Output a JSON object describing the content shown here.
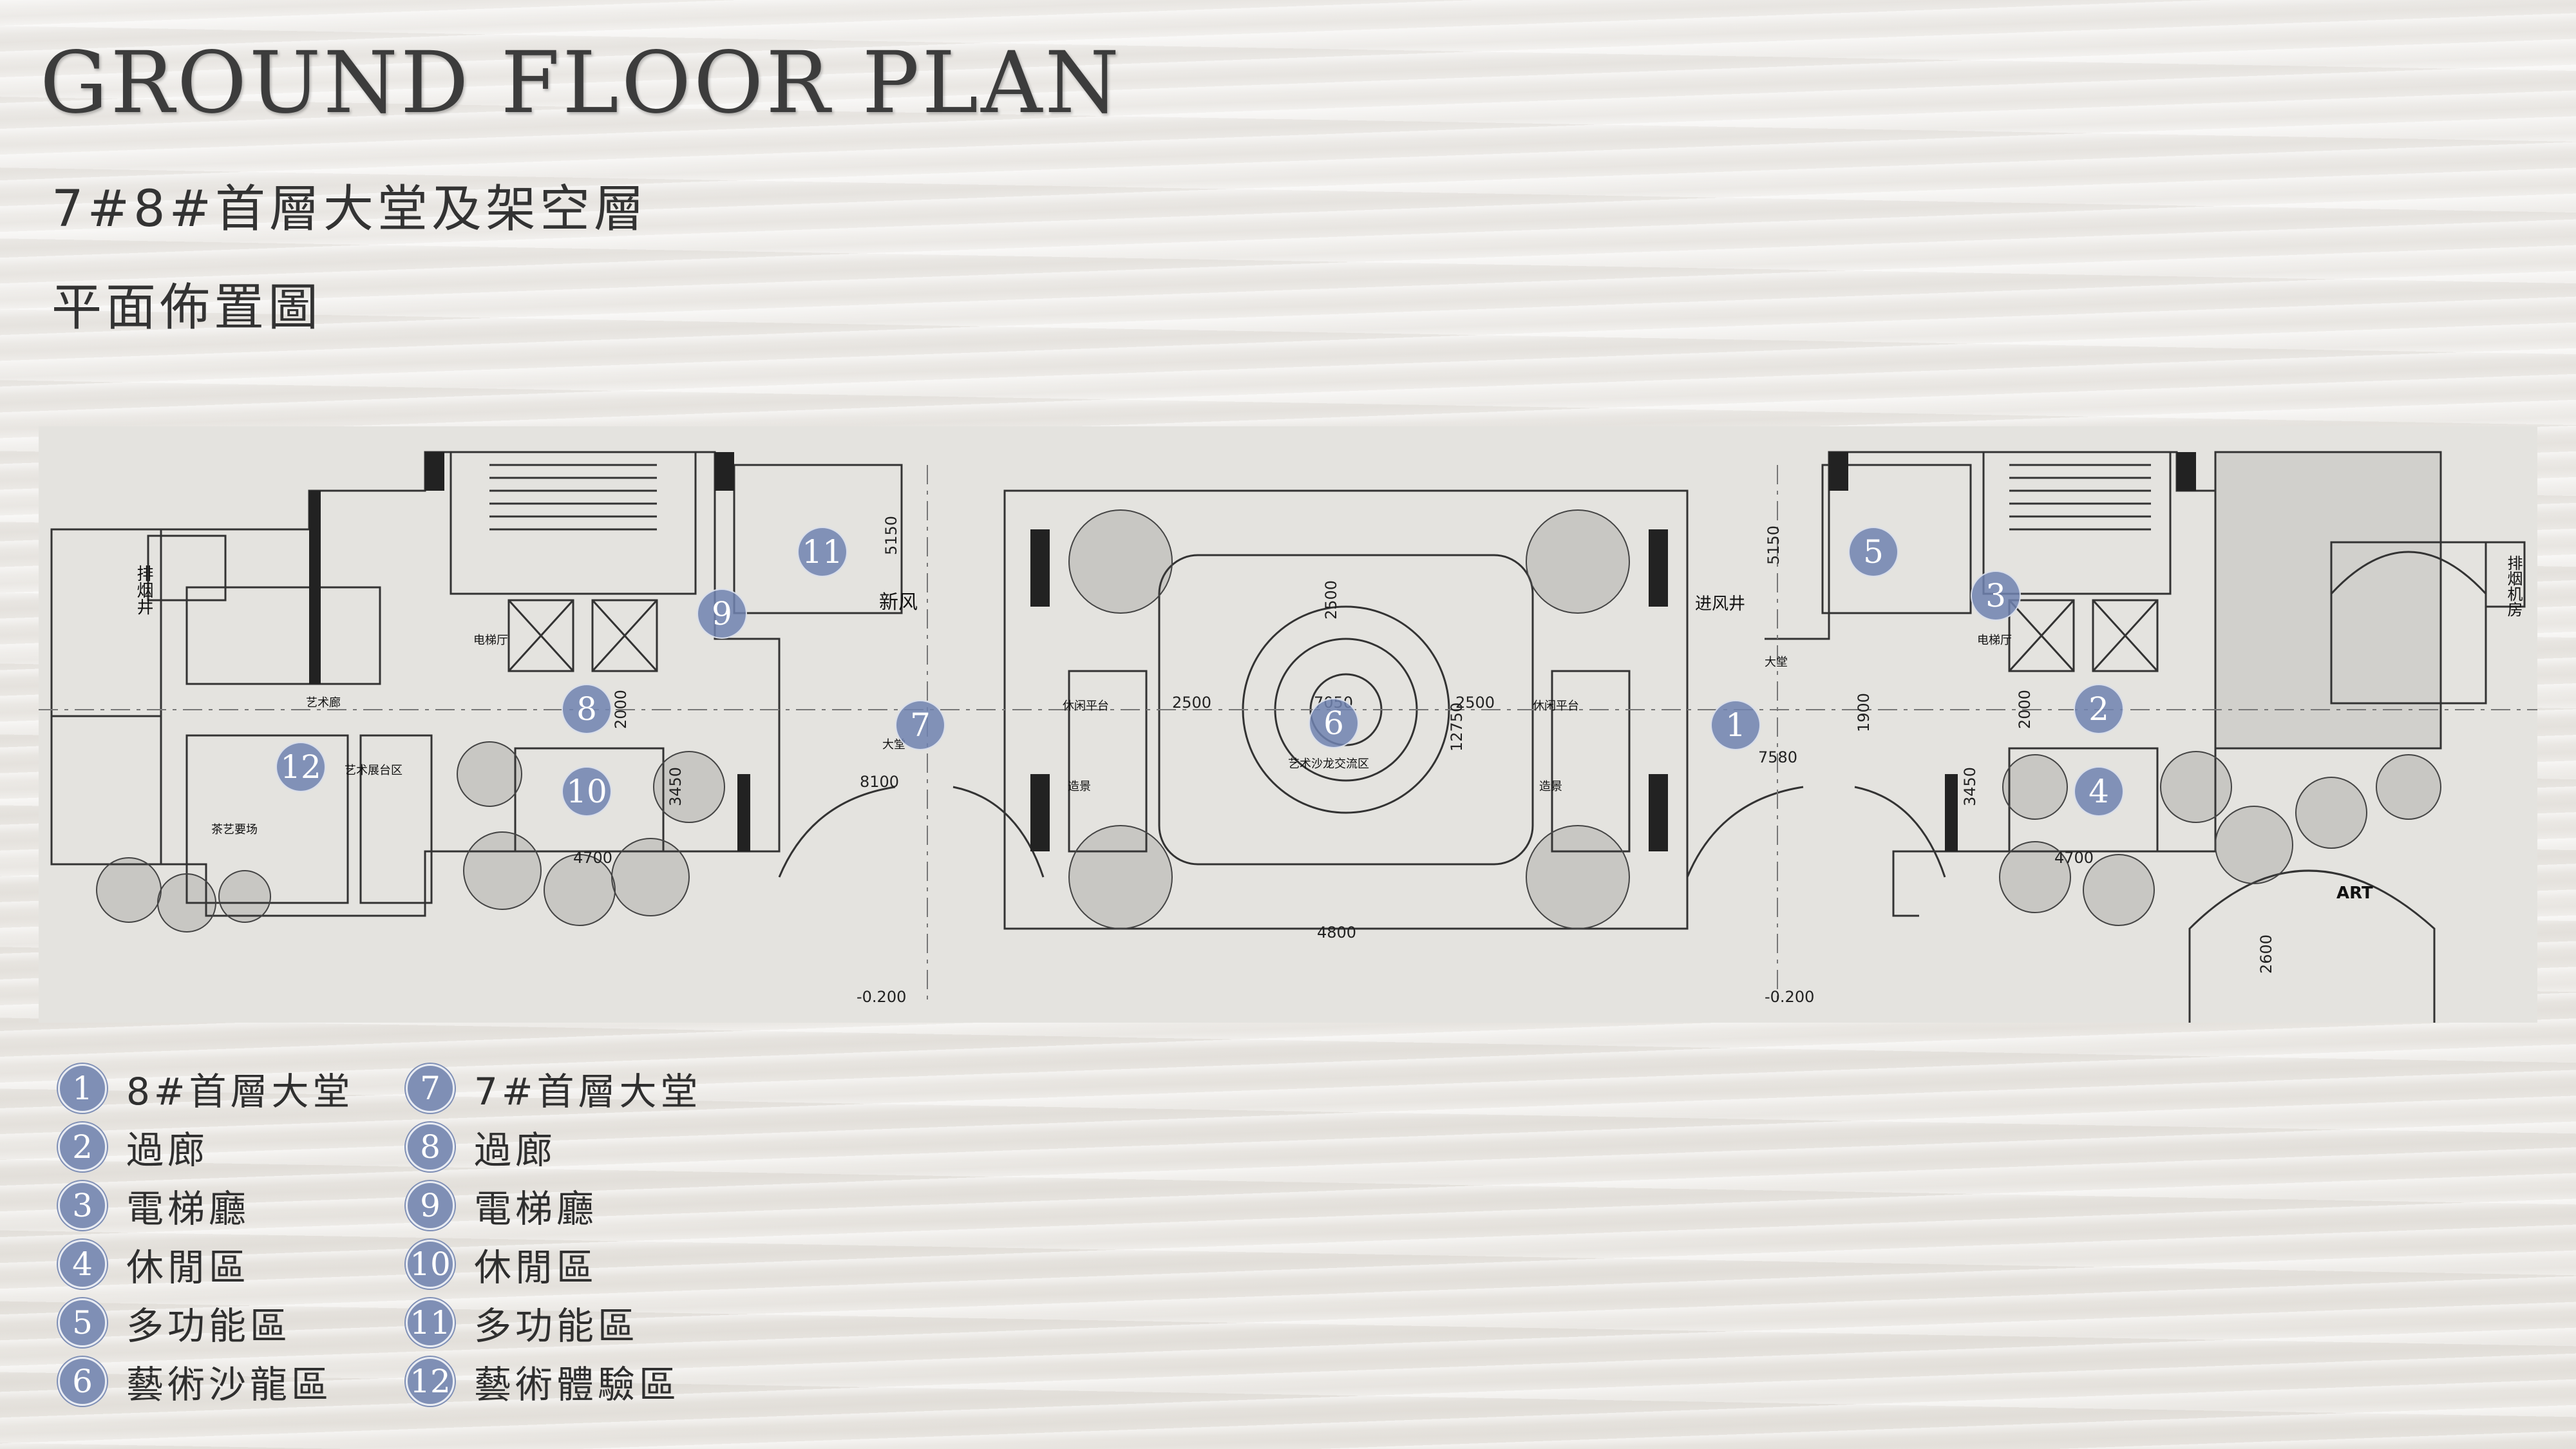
{
  "header": {
    "title": "GROUND FLOOR PLAN",
    "subtitle_line1": "7#8#首層大堂及架空層",
    "subtitle_line2": "平面佈置圖"
  },
  "colors": {
    "marker": "#7f8fb5",
    "background": "#ebe9e5",
    "plan_background": "#e4e3df"
  },
  "legend": {
    "left": [
      {
        "num": "1",
        "label": "8#首層大堂"
      },
      {
        "num": "2",
        "label": "過廊"
      },
      {
        "num": "3",
        "label": "電梯廳"
      },
      {
        "num": "4",
        "label": "休閒區"
      },
      {
        "num": "5",
        "label": "多功能區"
      },
      {
        "num": "6",
        "label": "藝術沙龍區"
      }
    ],
    "right": [
      {
        "num": "7",
        "label": "7#首層大堂"
      },
      {
        "num": "8",
        "label": "過廊"
      },
      {
        "num": "9",
        "label": "電梯廳"
      },
      {
        "num": "10",
        "label": "休閒區"
      },
      {
        "num": "11",
        "label": "多功能區"
      },
      {
        "num": "12",
        "label": "藝術體驗區"
      }
    ]
  },
  "plan": {
    "markers": [
      "1",
      "2",
      "3",
      "4",
      "5",
      "6",
      "7",
      "8",
      "9",
      "10",
      "11",
      "12"
    ],
    "dimensions": {
      "d8100": "8100",
      "d7580": "7580",
      "d4700_left": "4700",
      "d4700_right": "4700",
      "d4800": "4800",
      "d7050": "7050",
      "d2500_left": "2500",
      "d2500_right": "2500",
      "d2500_top": "2500",
      "d12750": "12750",
      "d5150_left": "5150",
      "d5150_right": "5150",
      "d2000_left": "2000",
      "d2000_right": "2000",
      "d3450_left": "3450",
      "d3450_right": "3450",
      "d1900": "1900",
      "d2600": "2600",
      "level_left": "-0.200",
      "level_right": "-0.200"
    },
    "labels": {
      "exhaust_left": "排烟井",
      "exhaust_right": "排烟机房",
      "fresh_air": "新风",
      "intake_shaft": "进风井",
      "art": "ART",
      "leisure_left": "休闲平台",
      "leisure_right": "休闲平台",
      "elevator_hall_left": "电梯厅",
      "elevator_hall_right": "电梯厅",
      "lobby_left": "大堂",
      "lobby_right": "大堂",
      "art_corridor": "艺术廊",
      "art_display": "艺术展台区",
      "tea_room": "茶艺要场",
      "salon_center": "艺术沙龙交流区",
      "scene_left": "造景",
      "scene_right": "造景"
    }
  }
}
